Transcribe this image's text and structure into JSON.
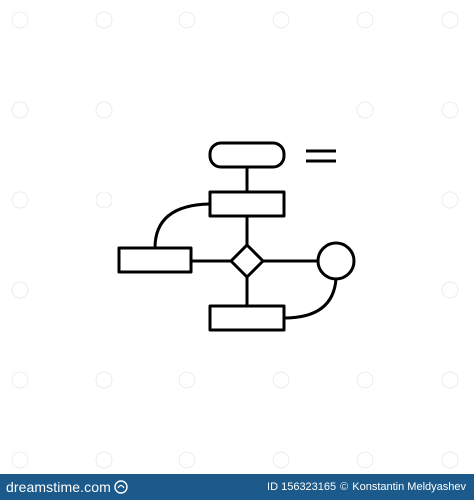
{
  "icon": {
    "name": "flowchart-icon"
  },
  "footer": {
    "brand": "dreamstime.com",
    "id_label": "ID 156323165",
    "copyright": "©",
    "author": "Konstantin Meldyashev",
    "background_color": "#1b5a8a",
    "text_color": "#ffffff"
  },
  "colors": {
    "background": "#ffffff",
    "stroke": "#000000",
    "watermark": "#e6e6e6"
  }
}
